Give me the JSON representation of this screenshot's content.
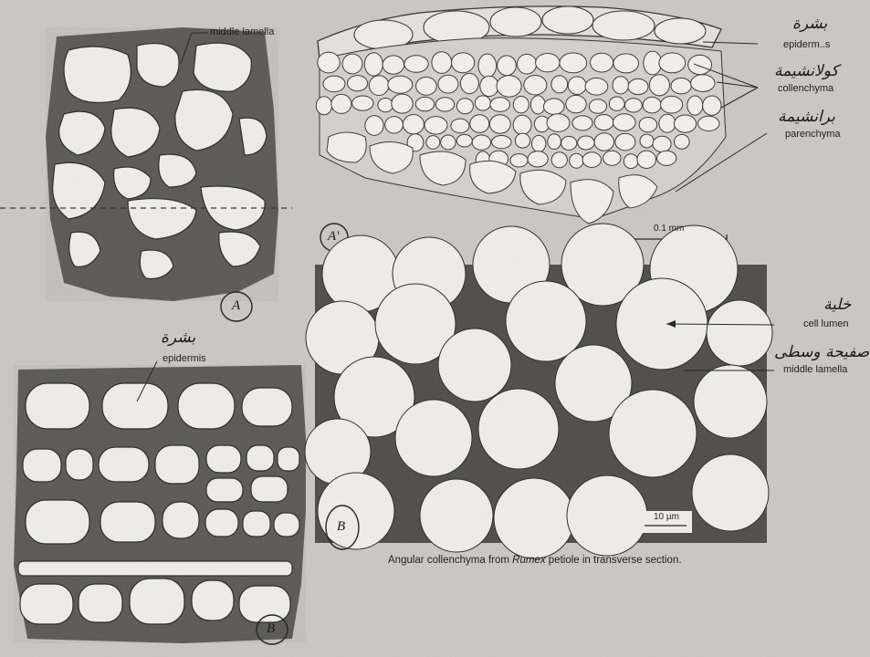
{
  "figure": {
    "labels": {
      "a_middle_lamella": "middle lamella",
      "b_epidermis": "epidermis",
      "a2_epidermis": "epiderm..s",
      "a2_collenchyma": "collenchyma",
      "a2_parenchyma": "parenchyma",
      "c_cell_lumen": "cell lumen",
      "c_middle_lamella": "middle lamella"
    },
    "arabic": {
      "epidermis": "بشرة",
      "epidermis_b": "بشرة",
      "collenchyma": "كولانشيمة",
      "parenchyma": "برانشيمة",
      "cell_lumen": "خلية",
      "middle_lamella": "صفيحة وسطى"
    },
    "panel_marks": {
      "a": "A",
      "a_prime": "A'",
      "b": "B",
      "b2": "B"
    },
    "scale_bars": {
      "top": "0.1 mm",
      "bottom": "10 µm"
    },
    "caption": {
      "prefix": "Angular collenchyma from ",
      "genus": "Rumex",
      "suffix": " petiole in transverse section."
    }
  },
  "colors": {
    "paper": "#cfccc6",
    "wall": "#5a5854",
    "cell": "#f4f2ee",
    "ink": "#1e1e1e"
  }
}
